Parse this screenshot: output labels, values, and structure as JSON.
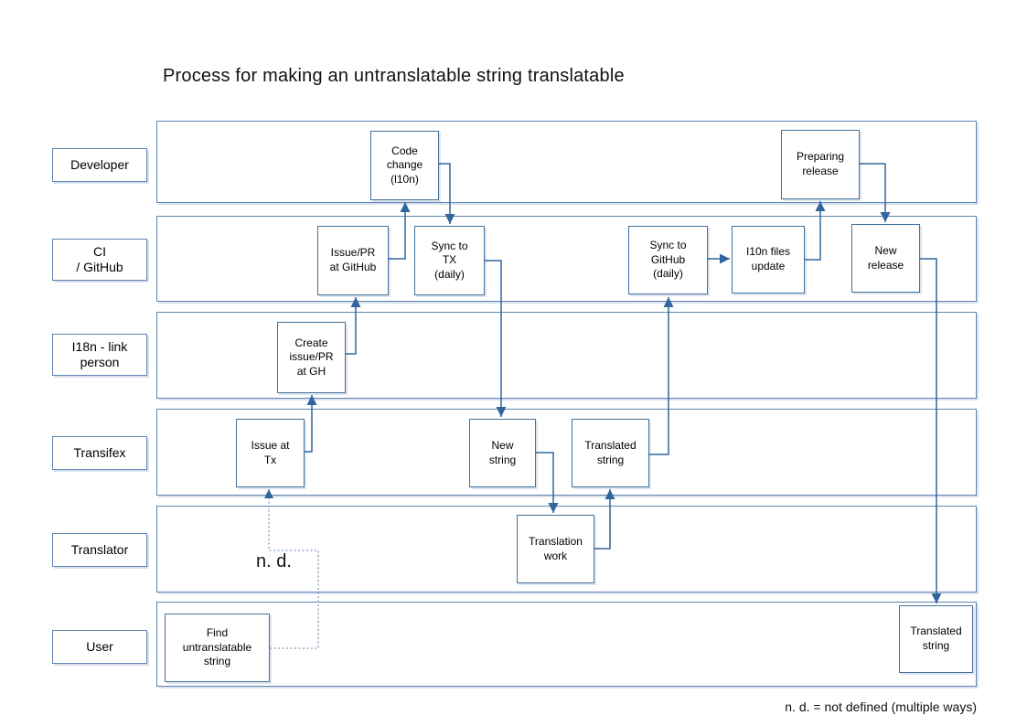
{
  "title": "Process for making an untranslatable string translatable",
  "lanes": [
    {
      "id": "developer",
      "label": "Developer"
    },
    {
      "id": "ci_github",
      "label": "CI\n/ GitHub"
    },
    {
      "id": "i18n_link",
      "label": "I18n - link\nperson"
    },
    {
      "id": "transifex",
      "label": "Transifex"
    },
    {
      "id": "translator",
      "label": "Translator"
    },
    {
      "id": "user",
      "label": "User"
    }
  ],
  "nodes": [
    {
      "id": "code_change",
      "lane": "developer",
      "label": "Code\nchange\n(l10n)"
    },
    {
      "id": "preparing_release",
      "lane": "developer",
      "label": "Preparing\nrelease"
    },
    {
      "id": "issue_pr_github",
      "lane": "ci_github",
      "label": "Issue/PR\nat GitHub"
    },
    {
      "id": "sync_tx",
      "lane": "ci_github",
      "label": "Sync to\nTX\n(daily)"
    },
    {
      "id": "sync_github",
      "lane": "ci_github",
      "label": "Sync to\nGitHub\n(daily)"
    },
    {
      "id": "l10n_files_update",
      "lane": "ci_github",
      "label": "I10n files\nupdate"
    },
    {
      "id": "new_release",
      "lane": "ci_github",
      "label": "New\nrelease"
    },
    {
      "id": "create_issue_pr",
      "lane": "i18n_link",
      "label": "Create\nissue/PR\nat GH"
    },
    {
      "id": "issue_at_tx",
      "lane": "transifex",
      "label": "Issue at\nTx"
    },
    {
      "id": "new_string",
      "lane": "transifex",
      "label": "New\nstring"
    },
    {
      "id": "translated_string_tx",
      "lane": "transifex",
      "label": "Translated\nstring"
    },
    {
      "id": "translation_work",
      "lane": "translator",
      "label": "Translation\nwork"
    },
    {
      "id": "find_untranslatable",
      "lane": "user",
      "label": "Find\nuntranslatable\nstring"
    },
    {
      "id": "translated_string_user",
      "lane": "user",
      "label": "Translated\nstring"
    }
  ],
  "connectors": [
    {
      "id": "c1",
      "from": "issue_pr_github",
      "to": "code_change",
      "style": "solid"
    },
    {
      "id": "c2",
      "from": "code_change",
      "to": "sync_tx",
      "style": "solid"
    },
    {
      "id": "c3",
      "from": "sync_tx",
      "to": "new_string",
      "style": "solid"
    },
    {
      "id": "c4",
      "from": "sync_github",
      "to": "l10n_files_update",
      "style": "solid"
    },
    {
      "id": "c5",
      "from": "l10n_files_update",
      "to": "preparing_release",
      "style": "solid"
    },
    {
      "id": "c6",
      "from": "preparing_release",
      "to": "new_release",
      "style": "solid"
    },
    {
      "id": "c7",
      "from": "new_release",
      "to": "translated_string_user",
      "style": "solid"
    },
    {
      "id": "c8",
      "from": "create_issue_pr",
      "to": "issue_pr_github",
      "style": "solid"
    },
    {
      "id": "c9",
      "from": "issue_at_tx",
      "to": "create_issue_pr",
      "style": "solid"
    },
    {
      "id": "c10",
      "from": "new_string",
      "to": "translation_work",
      "style": "solid"
    },
    {
      "id": "c11",
      "from": "translation_work",
      "to": "translated_string_tx",
      "style": "solid"
    },
    {
      "id": "c12",
      "from": "translated_string_tx",
      "to": "sync_github",
      "style": "solid"
    },
    {
      "id": "c13",
      "from": "find_untranslatable",
      "to": "issue_at_tx",
      "style": "dotted"
    }
  ],
  "annotations": {
    "nd_label": "n. d.",
    "legend": "n. d. = not defined (multiple ways)"
  },
  "colors": {
    "lane_border": "#5f86b4",
    "node_border": "#41719c",
    "connector": "#31659c",
    "dotted_connector": "#7c9cc4"
  }
}
